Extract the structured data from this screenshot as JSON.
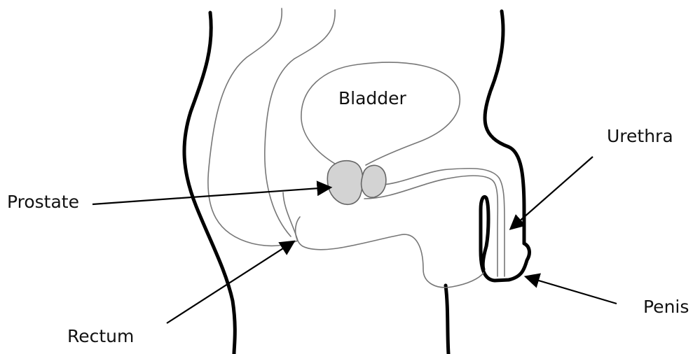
{
  "labels": {
    "bladder": "Bladder",
    "urethra": "Urethra",
    "prostate": "Prostate",
    "rectum": "Rectum",
    "penis": "Penis"
  },
  "colors": {
    "outline": "#000000",
    "organ_line": "#777777",
    "prostate_fill": "#d3d3d3"
  }
}
